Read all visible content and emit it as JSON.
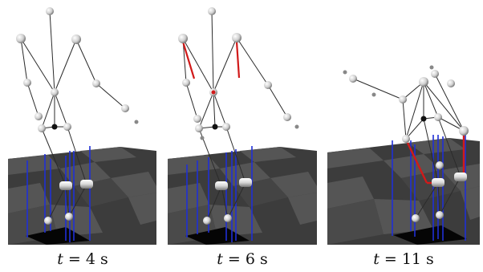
{
  "panels": [
    {
      "id": "p1",
      "caption_var": "t",
      "caption_value": "= 4 s"
    },
    {
      "id": "p2",
      "caption_var": "t",
      "caption_value": "= 6 s"
    },
    {
      "id": "p3",
      "caption_var": "t",
      "caption_value": "= 11 s"
    }
  ],
  "colors": {
    "floor_dark": "#3a3a3a",
    "floor_light": "#5a5a5a",
    "rope": "#1f2fd6",
    "highlight": "#d11a1a",
    "link": "#2b2b2b",
    "joint": "#d8d8d8",
    "base": "#050505"
  }
}
